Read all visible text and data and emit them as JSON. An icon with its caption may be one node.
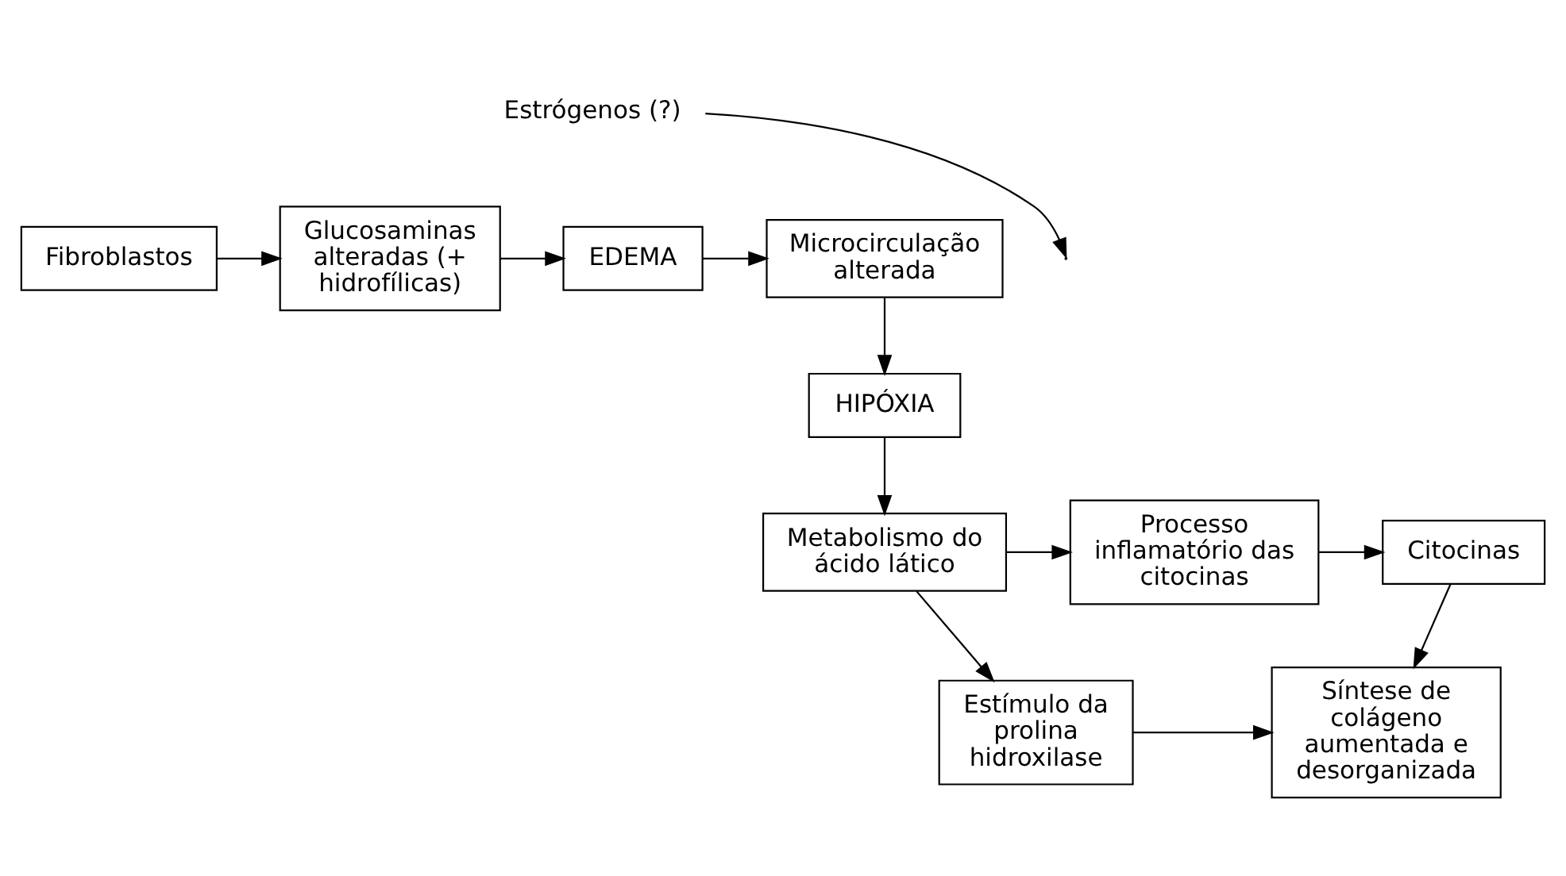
{
  "diagram": {
    "nodes": [
      {
        "text": [
          "Estrógenos (?)"
        ]
      },
      {
        "text": [
          "Fibroblastos"
        ]
      },
      {
        "text": [
          "Glucosaminas alteradas (+ hidrofílicas)"
        ]
      },
      {
        "text": [
          "EDEMA"
        ]
      },
      {
        "text": [
          "Microcirculação alterada"
        ]
      },
      {
        "text": [
          "HIPÓXIA"
        ]
      },
      {
        "text": [
          "Processo inflamatório das citocinas"
        ]
      },
      {
        "text": [
          "Citocinas"
        ]
      },
      {
        "text": [
          "Metabolismo do ácido lático"
        ]
      },
      {
        "text": [
          "Síntese de colágeno aumentada e desorganizada"
        ]
      },
      {
        "text": [
          "Estímulo da prolina hidroxilase"
        ]
      }
    ],
    "edges": [
      {
        "from": 1,
        "to": 2,
        "arrow": "to"
      },
      {
        "from": 0,
        "to": null,
        "arrow": "to"
      },
      {
        "from": 2,
        "to": 3,
        "arrow": "to"
      },
      {
        "from": 3,
        "to": 4,
        "arrow": "to"
      },
      {
        "from": 4,
        "to": 5,
        "arrow": "to"
      },
      {
        "from": 5,
        "to": 8,
        "arrow": "to"
      },
      {
        "from": 8,
        "to": 6,
        "arrow": "to"
      },
      {
        "from": 8,
        "to": 10,
        "arrow": "to"
      },
      {
        "from": 6,
        "to": 7,
        "arrow": "to"
      },
      {
        "from": 7,
        "to": 9,
        "arrow": "to"
      },
      {
        "from": 10,
        "to": 9,
        "arrow": "to"
      }
    ]
  }
}
